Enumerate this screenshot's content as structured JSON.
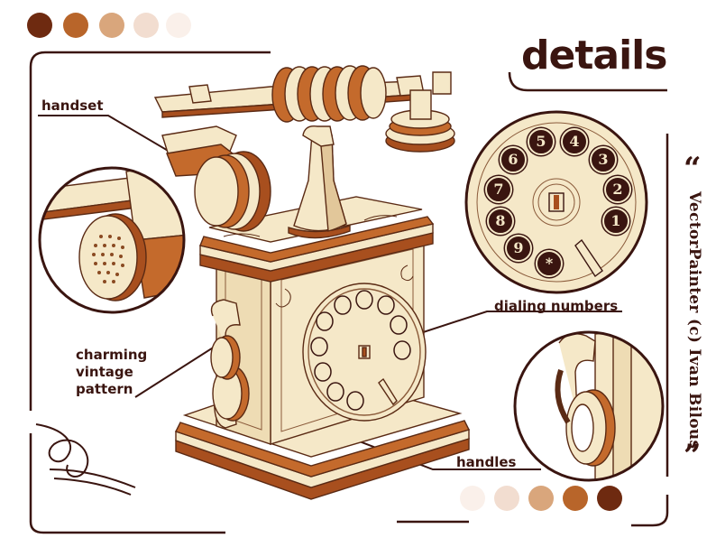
{
  "title": "details",
  "labels": {
    "handset": "handset",
    "pattern_l1": "charming",
    "pattern_l2": "vintage",
    "pattern_l3": "pattern",
    "dialing": "dialing numbers",
    "handles": "handles"
  },
  "credit": "VectorPainter (c) Ivan Bilous",
  "quotes": {
    "open": "“",
    "close": "”"
  },
  "dial_digits": [
    "5",
    "4",
    "3",
    "2",
    "1",
    "6",
    "7",
    "8",
    "9",
    "*"
  ],
  "palette": {
    "top": [
      "#6e2a10",
      "#b8652a",
      "#d9a67c",
      "#f2ddd0",
      "#faf0ea"
    ],
    "bottom": [
      "#faf0ea",
      "#f2ddd0",
      "#d9a67c",
      "#b8652a",
      "#6e2a10"
    ],
    "ink": "#3a1510",
    "wood_light": "#f5e8c8",
    "wood_dark": "#a84f1e"
  }
}
